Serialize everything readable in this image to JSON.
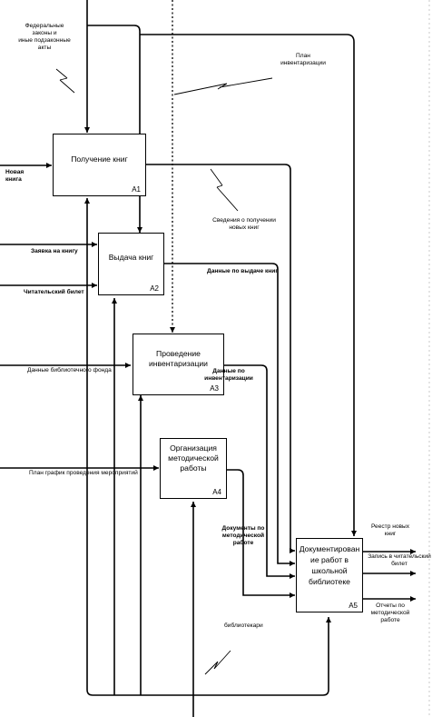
{
  "boxes": {
    "a1": {
      "title": "Получение книг",
      "code": "A1"
    },
    "a2": {
      "title": "Выдача книг",
      "code": "A2"
    },
    "a3": {
      "title_line1": "Проведение",
      "title_line2": "инвентаризации",
      "code": "A3"
    },
    "a4": {
      "title_line1": "Организация",
      "title_line2": "методической",
      "title_line3": "работы",
      "code": "A4"
    },
    "a5": {
      "title_line1": "Документирован",
      "title_line2": "ие работ в",
      "title_line3": "школьной",
      "title_line4": "библиотеке",
      "code": "A5"
    }
  },
  "labels": {
    "federal_line1": "Федеральные",
    "federal_line2": "законы и",
    "federal_line3": "иные подзаконные",
    "federal_line4": "акты",
    "plan_inv_line1": "План",
    "plan_inv_line2": "инвентаризации",
    "new_book_line1": "Новая",
    "new_book_line2": "книга",
    "new_books_info_line1": "Сведения о получении",
    "new_books_info_line2": "новых книг",
    "book_request": "Заявка на книгу",
    "reader_card": "Читательский билет",
    "issue_data": "Данные по выдаче книг",
    "fund_data": "Данные библиотечного фонда",
    "inv_data_line1": "Данные по",
    "inv_data_line2": "инвентаризации",
    "event_plan": "План график проведения мероприятий",
    "method_docs_line1": "Документы по",
    "method_docs_line2": "методической",
    "method_docs_line3": "работе",
    "registry_line1": "Реестр новых",
    "registry_line2": "книг",
    "card_record_line1": "Запись в читательский",
    "card_record_line2": "билет",
    "reports_line1": "Отчеты по",
    "reports_line2": "методической",
    "reports_line3": "работе",
    "librarians": "библиотекари"
  }
}
